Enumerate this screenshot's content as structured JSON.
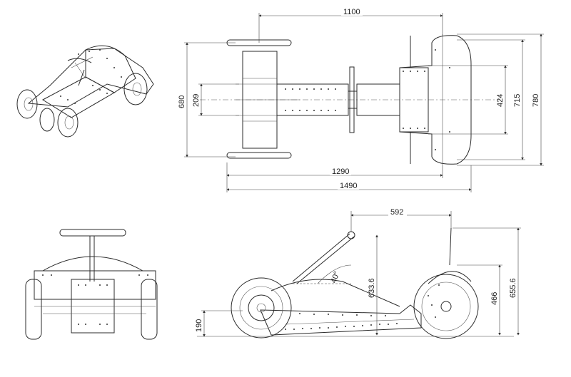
{
  "dimensions": {
    "top_width_1100": "1100",
    "top_len_1290": "1290",
    "top_len_1490": "1490",
    "top_h_680": "680",
    "top_h_209": "209",
    "top_h_424": "424",
    "top_h_715": "715",
    "top_h_780": "780",
    "side_592": "592",
    "side_angle": "40°",
    "side_633": "633.6",
    "side_466": "466",
    "side_655": "655.6",
    "side_190": "190"
  }
}
